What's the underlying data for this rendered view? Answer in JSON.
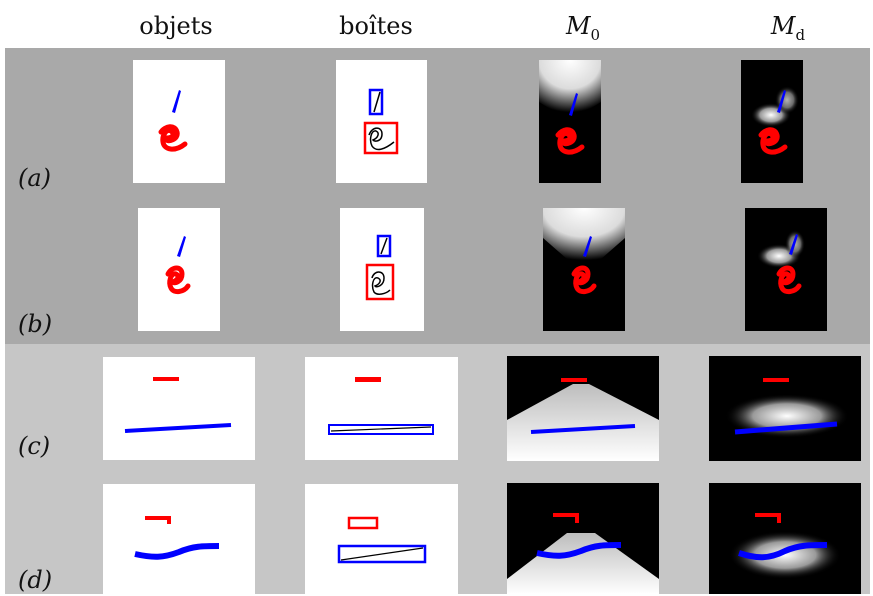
{
  "headers": {
    "col1": "objets",
    "col2": "boîtes",
    "col3_base": "M",
    "col3_sub": "0",
    "col4_base": "M",
    "col4_sub": "d"
  },
  "rows": [
    {
      "label": "(a)"
    },
    {
      "label": "(b)"
    },
    {
      "label": "(c)"
    },
    {
      "label": "(d)"
    }
  ],
  "colors": {
    "band_top": "#a9a9a9",
    "band_bottom": "#c6c6c6",
    "red": "#ff0000",
    "blue": "#0000ff"
  }
}
